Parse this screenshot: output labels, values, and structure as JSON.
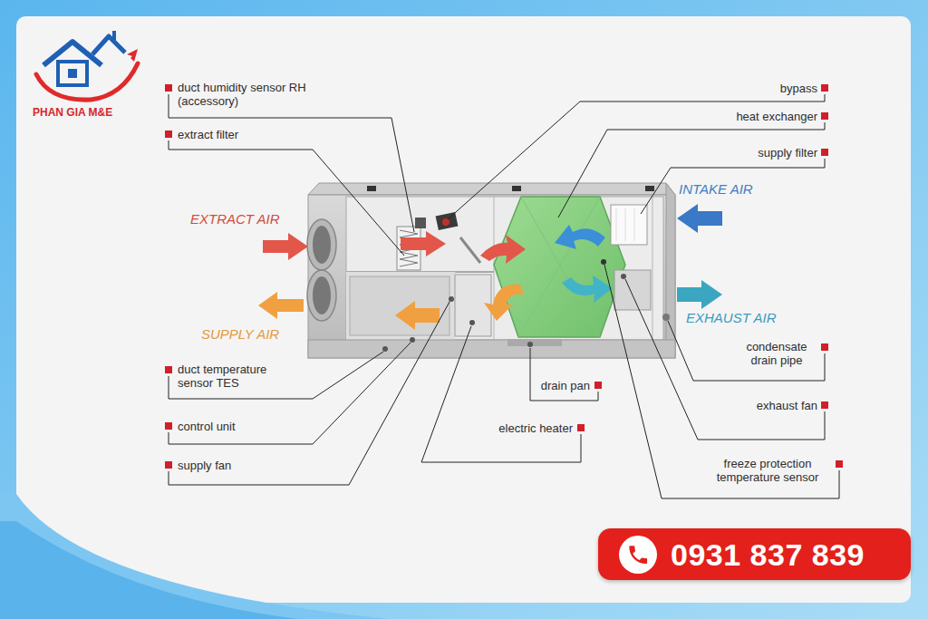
{
  "diagram": {
    "nodes": [
      {
        "text": [
          "0931 837 839"
        ]
      }
    ],
    "labels": [
      "PHAN GIA M&E",
      "duct humidity sensor RH (accessory)",
      "bypass",
      "heat exchanger",
      "extract filter",
      "supply filter",
      "INTAKE AIR",
      "EXTRACT AIR",
      "EXHAUST AIR",
      "SUPPLY AIR",
      "condensate drain pipe",
      "duct temperature sensor TES",
      "drain pan",
      "exhaust fan",
      "control unit",
      "electric heater",
      "supply fan",
      "freeze protection temperature sensor"
    ]
  }
}
